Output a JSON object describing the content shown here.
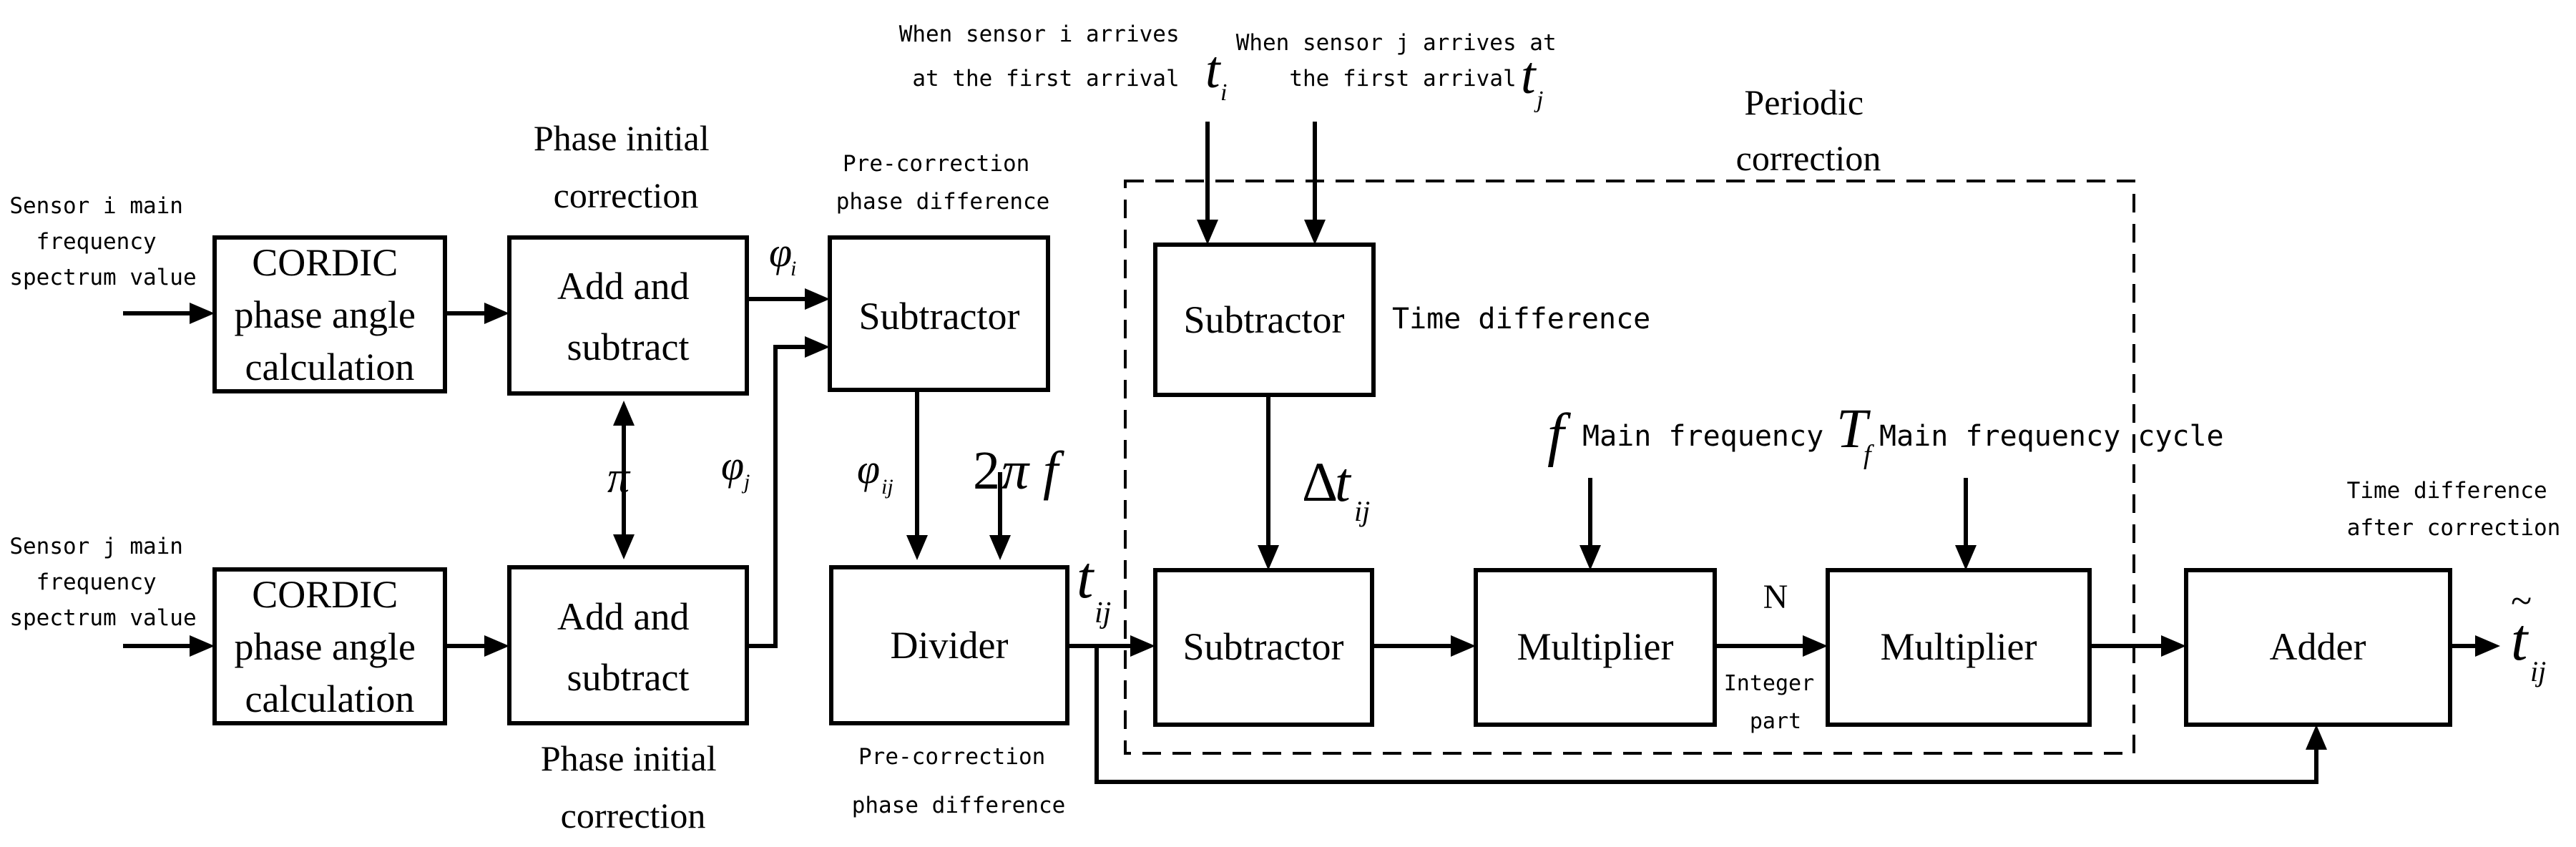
{
  "inputs": {
    "sensor_i": [
      "Sensor i main",
      "frequency",
      "spectrum value"
    ],
    "sensor_j": [
      "Sensor j main",
      "frequency",
      "spectrum value"
    ],
    "arrival_i": [
      "When sensor i arrives",
      "at the first arrival"
    ],
    "arrival_j": [
      "When sensor j arrives at",
      "the first arrival"
    ]
  },
  "blocks": {
    "cordic_top": [
      "CORDIC",
      "phase angle",
      "calculation"
    ],
    "cordic_bottom": [
      "CORDIC",
      "phase angle",
      "calculation"
    ],
    "addsub_top": [
      "Add and",
      "subtract"
    ],
    "addsub_bottom": [
      "Add and",
      "subtract"
    ],
    "subtractor_phase": "Subtractor",
    "divider": "Divider",
    "subtractor_time": "Subtractor",
    "subtractor_main": "Subtractor",
    "multiplier_1": "Multiplier",
    "multiplier_2": "Multiplier",
    "adder": "Adder"
  },
  "labels": {
    "phase_initial_correction_top": [
      "Phase initial",
      "correction"
    ],
    "phase_initial_correction_bottom": [
      "Phase initial",
      "correction"
    ],
    "pre_correction_top": [
      "Pre-correction",
      "phase difference"
    ],
    "pre_correction_bottom": [
      "Pre-correction",
      "phase difference"
    ],
    "periodic_correction": [
      "Periodic",
      "correction"
    ],
    "time_difference": "Time difference",
    "main_frequency": "Main frequency",
    "main_frequency_cycle": "Main frequency cycle",
    "n": "N",
    "integer_part": [
      "Integer",
      "part"
    ],
    "time_diff_after": [
      "Time difference",
      "after correction"
    ]
  },
  "symbols": {
    "phi": "φ",
    "pi": "π",
    "two": "2",
    "f": "f",
    "t": "t",
    "T": "T",
    "delta": "Δ",
    "tilde": "~",
    "sub_i": "i",
    "sub_j": "j",
    "sub_ij": "ij",
    "sub_f": "f"
  }
}
